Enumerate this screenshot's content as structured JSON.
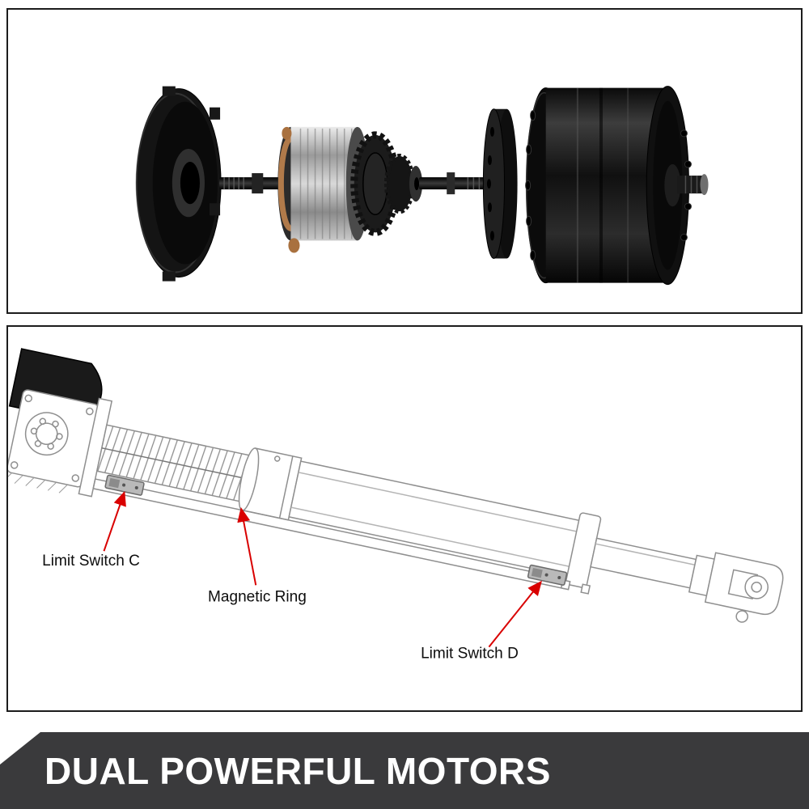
{
  "page": {
    "background": "#ffffff"
  },
  "panels": {
    "motor_exploded": {
      "name": "exploded-hub-motor-view",
      "border_color": "#1c1c1c"
    },
    "actuator_diagram": {
      "name": "linear-actuator-cutaway-diagram",
      "border_color": "#1c1c1c",
      "arrow_color": "#d90000",
      "labels": [
        {
          "id": "limit-switch-c",
          "text": "Limit Switch C"
        },
        {
          "id": "magnetic-ring",
          "text": "Magnetic Ring"
        },
        {
          "id": "limit-switch-d",
          "text": "Limit Switch D"
        }
      ]
    }
  },
  "banner": {
    "title": "DUAL POWERFUL MOTORS",
    "background": "#3a3a3c",
    "text_color": "#ffffff",
    "accent_triangle_color": "#ffffff"
  }
}
